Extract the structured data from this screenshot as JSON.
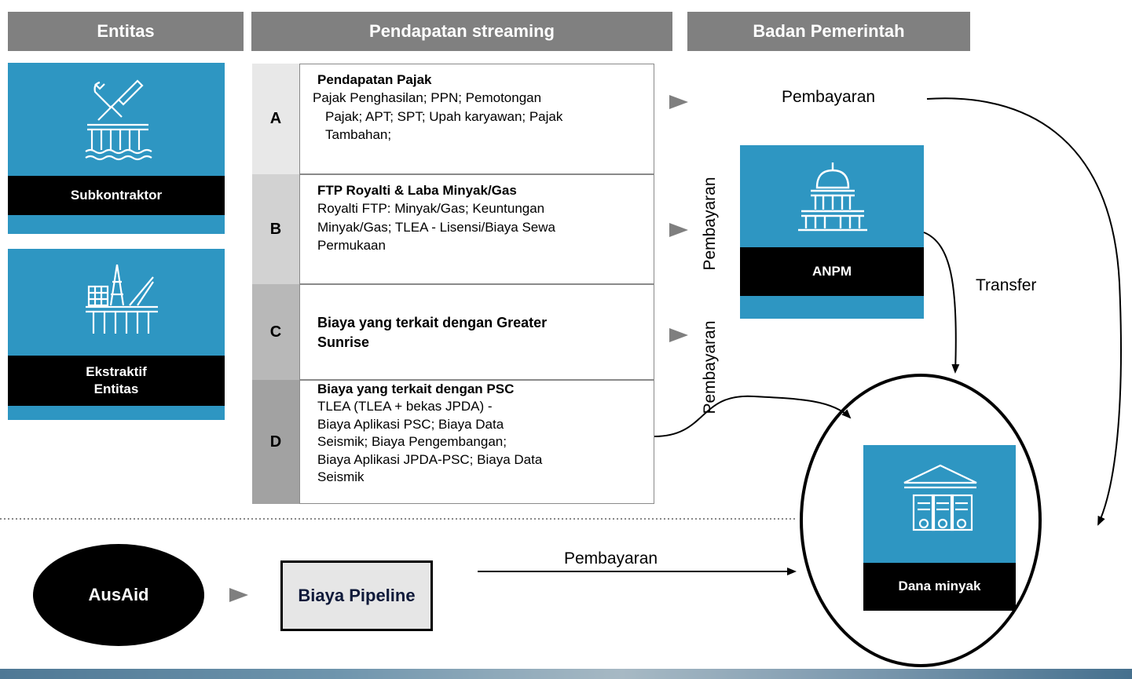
{
  "headers": {
    "entities": "Entitas",
    "revenue": "Pendapatan streaming",
    "government": "Badan Pemerintah"
  },
  "entities": {
    "subcontractor": {
      "label": "Subkontraktor",
      "icon": "offshore-tools-icon"
    },
    "extractive": {
      "label_line1": "Ekstraktif",
      "label_line2": "Entitas",
      "icon": "oil-rig-icon"
    }
  },
  "revenue_streams": [
    {
      "letter": "A",
      "title": "Pendapatan Pajak",
      "line1": "Pajak Penghasilan; PPN; Pemotongan",
      "line2": "Pajak; APT; SPT; Upah karyawan; Pajak",
      "line3": "Tambahan;"
    },
    {
      "letter": "B",
      "title": "FTP Royalti & Laba Minyak/Gas",
      "line1": "Royalti FTP: Minyak/Gas; Keuntungan",
      "line2": "Minyak/Gas; TLEA - Lisensi/Biaya Sewa",
      "line3": "Permukaan"
    },
    {
      "letter": "C",
      "title_line1": "Biaya yang terkait dengan Greater",
      "title_line2": "Sunrise"
    },
    {
      "letter": "D",
      "title": "Biaya yang terkait dengan PSC",
      "line1": "TLEA (TLEA + bekas JPDA) -",
      "line2": "Biaya Aplikasi PSC; Biaya Data",
      "line3": "Seismik; Biaya Pengembangan;",
      "line4": "Biaya Aplikasi JPDA-PSC; Biaya Data",
      "line5": "Seismik"
    }
  ],
  "flows": {
    "payment_top": "Pembayaran",
    "payment_b": "Pembayaran",
    "payment_c": "Pembayaran",
    "transfer": "Transfer",
    "payment_bottom": "Pembayaran"
  },
  "government": {
    "anpm": {
      "label": "ANPM",
      "icon": "government-building-icon"
    },
    "oil_fund": {
      "label": "Dana minyak",
      "icon": "fund-documents-icon"
    }
  },
  "bottom": {
    "ausaid": "AusAid",
    "pipeline": "Biaya Pipeline"
  },
  "colors": {
    "header_gray": "#808080",
    "entity_blue": "#2e96c2",
    "label_black": "#000000",
    "arrow_gray": "#7f7f7f"
  }
}
